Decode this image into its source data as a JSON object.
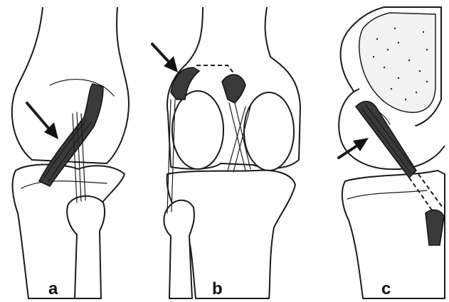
{
  "panels": [
    {
      "label": "a"
    },
    {
      "label": "b"
    },
    {
      "label": "c"
    }
  ],
  "colors": {
    "line": "#1a1a1a",
    "ligament": "#3a3a3a",
    "background": "#ffffff"
  }
}
